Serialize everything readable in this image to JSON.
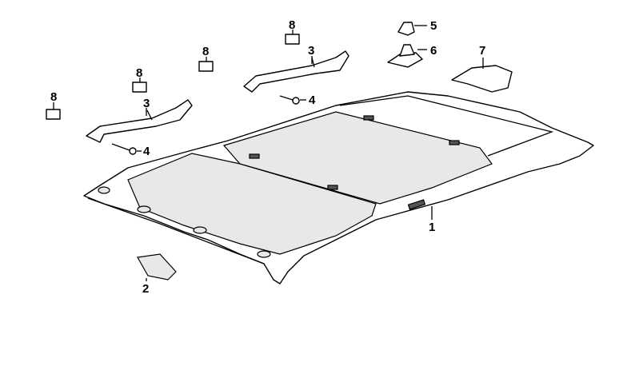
{
  "diagram": {
    "callouts": [
      {
        "id": "headliner",
        "label": "1"
      },
      {
        "id": "cover",
        "label": "2"
      },
      {
        "id": "grab-handle-left",
        "label": "3"
      },
      {
        "id": "grab-handle-right",
        "label": "3"
      },
      {
        "id": "screw-left",
        "label": "4"
      },
      {
        "id": "screw-right",
        "label": "4"
      },
      {
        "id": "clip",
        "label": "5"
      },
      {
        "id": "holder",
        "label": "6"
      },
      {
        "id": "bracket",
        "label": "7"
      },
      {
        "id": "cap-1",
        "label": "8"
      },
      {
        "id": "cap-2",
        "label": "8"
      },
      {
        "id": "cap-3",
        "label": "8"
      },
      {
        "id": "cap-4",
        "label": "8"
      }
    ]
  }
}
